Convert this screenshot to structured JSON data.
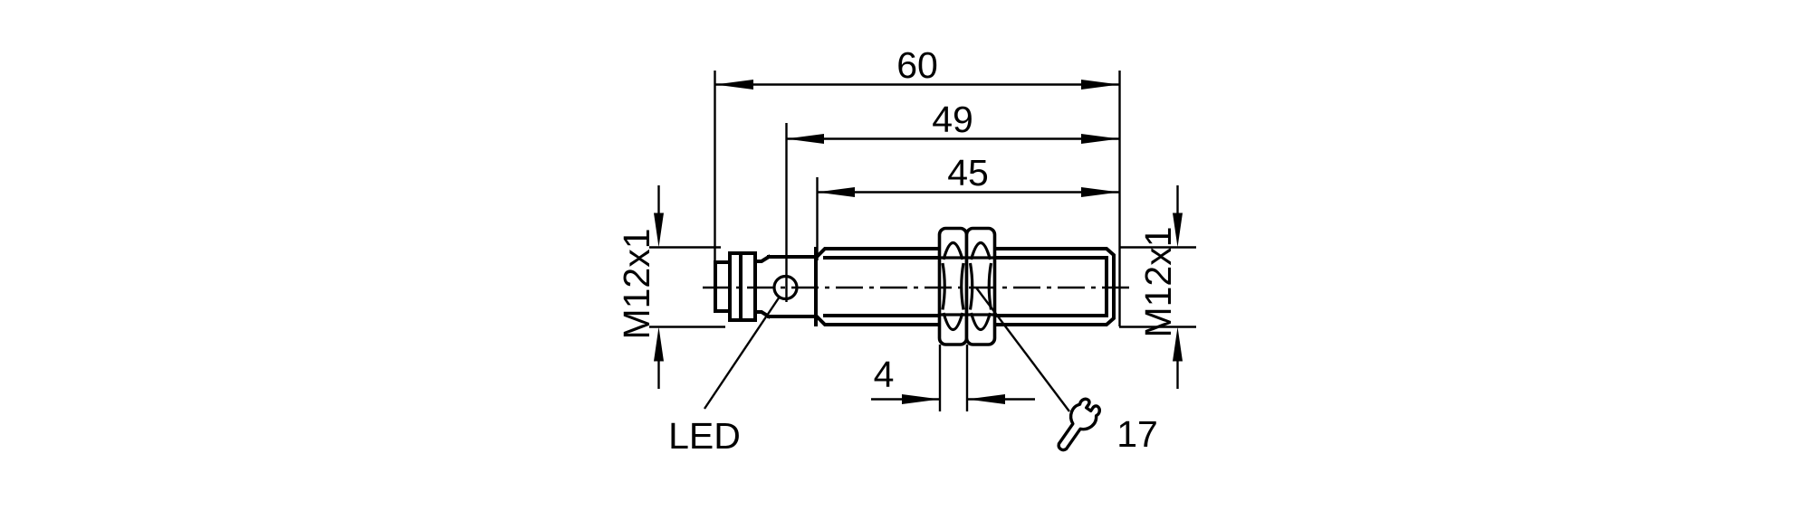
{
  "colors": {
    "line": "#000000",
    "background": "#ffffff"
  },
  "dims": {
    "length60": "60",
    "length49": "49",
    "length45": "45",
    "nut4": "4",
    "wrench17": "17",
    "thread_left": "M12x1",
    "thread_right": "M12x1"
  },
  "labels": {
    "led": "LED"
  },
  "icons": {
    "wrench": "open-end-wrench-icon",
    "led_indicator": "led-position-circle-icon"
  }
}
